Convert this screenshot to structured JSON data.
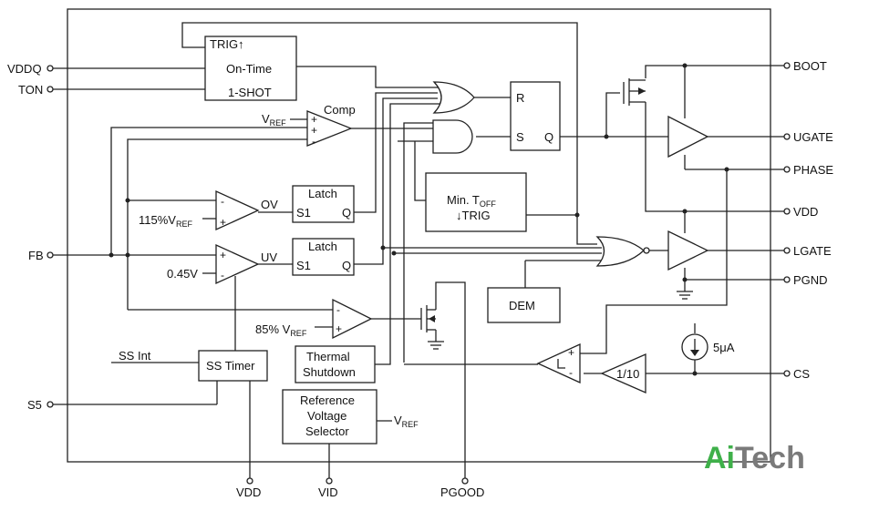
{
  "pins": {
    "vddq": "VDDQ",
    "ton": "TON",
    "fb": "FB",
    "s5": "S5",
    "boot": "BOOT",
    "ugate": "UGATE",
    "phase": "PHASE",
    "vdd_right": "VDD",
    "lgate": "LGATE",
    "pgnd": "PGND",
    "cs": "CS",
    "vdd_bottom": "VDD",
    "vid": "VID",
    "pgood": "PGOOD"
  },
  "blocks": {
    "oneshot": {
      "trig": "TRIG↑",
      "ontime": "On-Time",
      "oneshot": "1-SHOT"
    },
    "comp": {
      "label": "Comp",
      "vref": "V",
      "vref_sub": "REF"
    },
    "ov": {
      "label": "OV",
      "ref": "115%V",
      "ref_sub": "REF"
    },
    "uv": {
      "label": "UV",
      "ref": "0.45V"
    },
    "latch_ov": {
      "title": "Latch",
      "s": "S1",
      "q": "Q"
    },
    "latch_uv": {
      "title": "Latch",
      "s": "S1",
      "q": "Q"
    },
    "sr": {
      "r": "R",
      "s": "S",
      "q": "Q"
    },
    "mintoff": {
      "line1": "Min. T",
      "line1_sub": "OFF",
      "line2": "↓TRIG"
    },
    "dem": {
      "label": "DEM"
    },
    "pg_comp": {
      "ref": "85% V",
      "ref_sub": "REF"
    },
    "sstimer": {
      "label": "SS Timer",
      "ssint": "SS Int"
    },
    "thermal": {
      "line1": "Thermal",
      "line2": "Shutdown"
    },
    "refsel": {
      "line1": "Reference",
      "line2": "Voltage",
      "line3": "Selector",
      "out": "V",
      "out_sub": "REF"
    },
    "current": {
      "label": "5μA"
    },
    "gain": {
      "label": "1/10"
    },
    "cs_amp": {
      "plus": "+",
      "minus": "-"
    }
  },
  "logo": {
    "part1": "Ai",
    "part2": "Tech"
  }
}
